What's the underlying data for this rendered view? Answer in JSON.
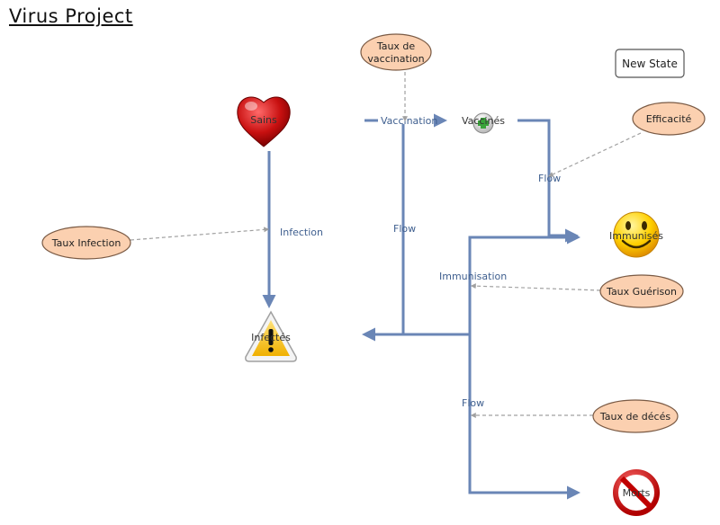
{
  "title": "Virus Project",
  "new_state_button": "New State",
  "parameters": {
    "vaccination_rate": [
      "Taux de",
      "vaccination"
    ],
    "efficacy": "Efficacité",
    "infection_rate": "Taux Infection",
    "recovery_rate": "Taux Guérison",
    "death_rate": "Taux de décés"
  },
  "states": {
    "healthy": "Sains",
    "vaccinated": "Vaccinés",
    "infected": "Infectés",
    "immunized": "Immunisés",
    "dead": "Morts"
  },
  "flows": {
    "vaccination": "Vaccination",
    "infection": "Infection",
    "flow_vaccines": "Flow",
    "flow_immunized": "Flow",
    "immunisation": "Immunisation",
    "flow_dead": "Flow"
  },
  "colors": {
    "flow_line": "#6a86b6",
    "oval_fill": "#fbd0b0",
    "oval_stroke": "#7a5a44",
    "dashed_link": "#a0a0a0"
  }
}
